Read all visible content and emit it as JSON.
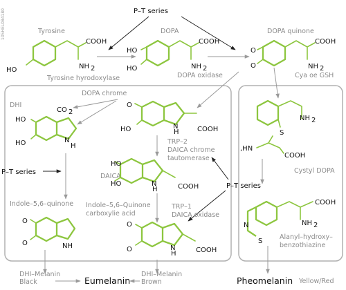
{
  "image_id_text": "105HEL084180",
  "colors": {
    "molecule": "#8dc63f",
    "panel": "#b0b0b0",
    "arrow_gray": "#9a9a9a",
    "arrow_black": "#222222",
    "text_gray": "#8a8a8a",
    "text_black": "#111111"
  },
  "top": {
    "pt_series": "P–T series",
    "tyrosine": "Tyrosine",
    "dopa": "DOPA",
    "dopa_quinone": "DOPA quinone",
    "tyrosine_hydroxylase": "Tyrosine hyrodoxylase",
    "dopa_oxidase": "DOPA oxidase",
    "cya_gsh": "Cya oe GSH"
  },
  "left": {
    "dhi": "DHI",
    "dopa_chrome": "DOPA chrome",
    "pt_series": "P–T series",
    "indole_quinone": "Indole–5,6–quinone",
    "daica": "DAICA",
    "indole_quinone_carboxylic_1": "Indole–5,6–Quinone",
    "indole_quinone_carboxylic_2": "carboxylie acid",
    "trp2_1": "TRP–2",
    "trp2_2": "DAICA chrome",
    "trp2_3": "tautomerase",
    "trp1_1": "TRP–1",
    "trp1_2": "DAICA oxidase",
    "pt_series_center": "P–T series",
    "dhi_melanin_1": "DHI–Melanin",
    "dhi_melanin_2": "Black",
    "eumelanin": "Eumelanin",
    "dhi_melanin_brown_1": "DHI–Melanin",
    "dhi_melanin_brown_2": "Brown"
  },
  "right": {
    "cystyl_dopa": "Cystyl DOPA",
    "alanyl_1": "Alanyl–hydroxy–",
    "alanyl_2": "benzothiazine",
    "pheomelanin": "Pheomelanin",
    "yellow_red": "Yellow/Red"
  },
  "chem": {
    "cooh": "COOH",
    "nh2": "NH",
    "nh2_sub": "2",
    "ho": "HO",
    "oh_o": "O",
    "nh": "NH",
    "n": "N",
    "h": "H",
    "s": "S",
    "co2": "CO",
    "co2_sub": "2",
    "hn_prefix": ",HN"
  }
}
